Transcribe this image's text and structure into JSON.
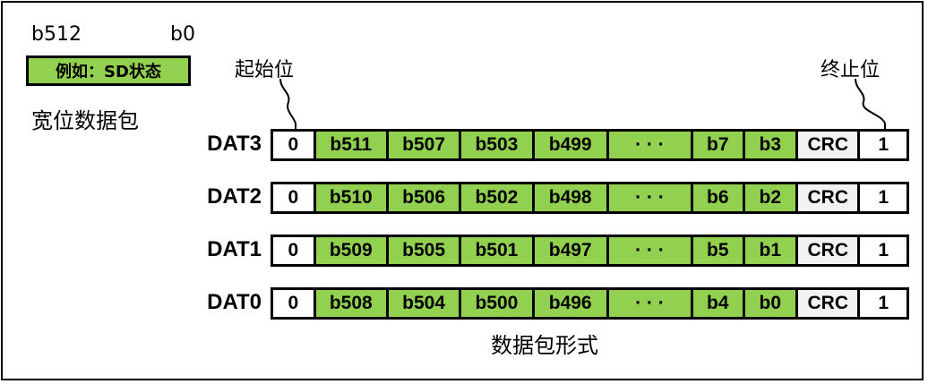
{
  "legend": {
    "high_bit": "b512",
    "low_bit": "b0",
    "example": "例如：SD状态",
    "caption": "宽位数据包"
  },
  "markers": {
    "start": "起始位",
    "stop": "终止位"
  },
  "rows": [
    {
      "label": "DAT3",
      "cells": [
        "0",
        "b511",
        "b507",
        "b503",
        "b499",
        "· · ·",
        "b7",
        "b3",
        "CRC",
        "1"
      ]
    },
    {
      "label": "DAT2",
      "cells": [
        "0",
        "b510",
        "b506",
        "b502",
        "b498",
        "· · ·",
        "b6",
        "b2",
        "CRC",
        "1"
      ]
    },
    {
      "label": "DAT1",
      "cells": [
        "0",
        "b509",
        "b505",
        "b501",
        "b497",
        "· · ·",
        "b5",
        "b1",
        "CRC",
        "1"
      ]
    },
    {
      "label": "DAT0",
      "cells": [
        "0",
        "b508",
        "b504",
        "b500",
        "b496",
        "· · ·",
        "b4",
        "b0",
        "CRC",
        "1"
      ]
    }
  ],
  "footer": "数据包形式",
  "colors": {
    "data_bits": "#92d050",
    "start_stop": "#ffffff",
    "crc": "#f2f2f2"
  }
}
